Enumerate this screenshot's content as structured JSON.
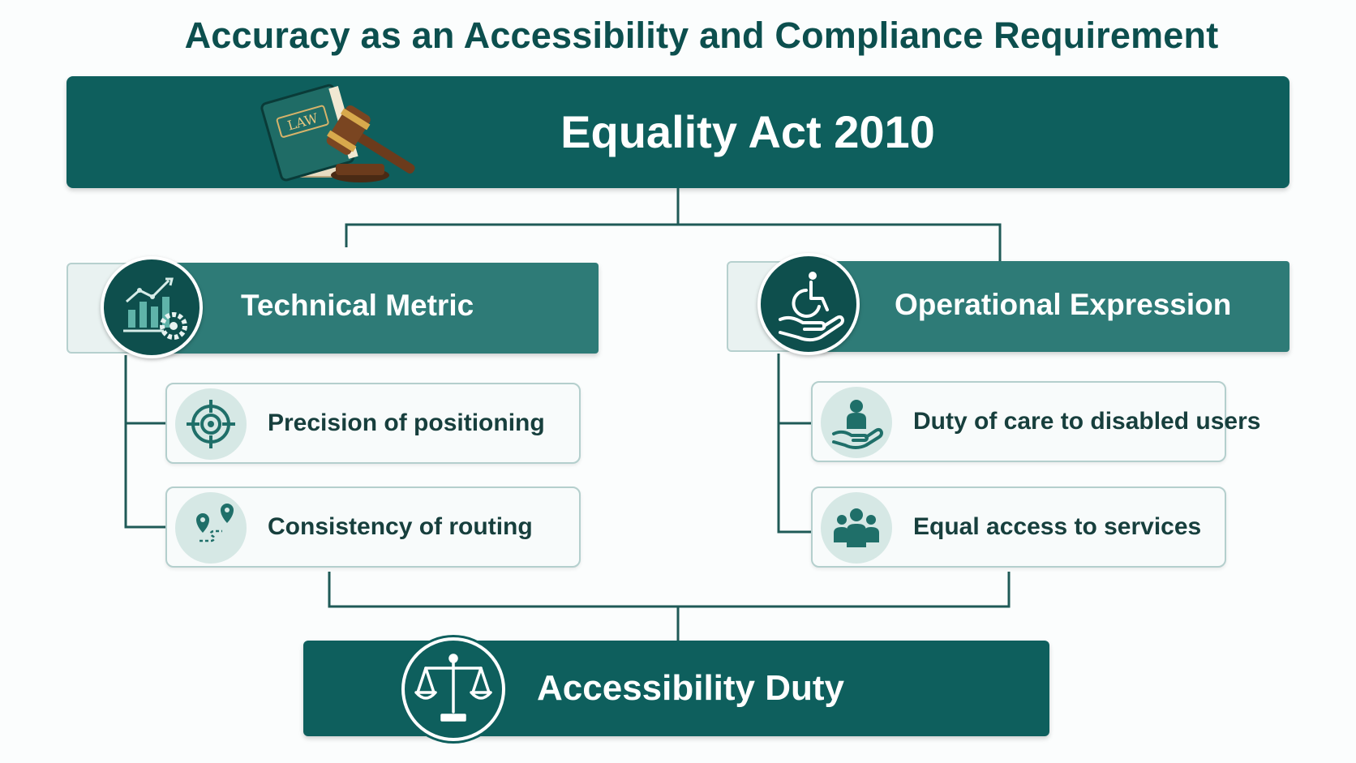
{
  "title": "Accuracy as an Accessibility and Compliance Requirement",
  "root": {
    "label": "Equality Act 2010",
    "illustration_text": "LAW"
  },
  "categories": [
    {
      "label": "Technical Metric",
      "icon": "chart-gear-icon",
      "items": [
        {
          "label": "Precision of positioning",
          "icon": "target-crosshair-icon"
        },
        {
          "label": "Consistency of routing",
          "icon": "route-pins-icon"
        }
      ]
    },
    {
      "label": "Operational Expression",
      "icon": "wheelchair-hand-icon",
      "items": [
        {
          "label": "Duty of care to disabled users",
          "icon": "person-hand-icon"
        },
        {
          "label": "Equal access to services",
          "icon": "people-group-icon"
        }
      ]
    }
  ],
  "outcome": {
    "label": "Accessibility Duty",
    "icon": "scales-icon"
  },
  "colors": {
    "title": "#0c4f4e",
    "banner": "#0e5f5d",
    "category_band": "#2e7b77",
    "card_border": "#b4cfcd",
    "icon_bg": "#d6e8e5",
    "icon_fg": "#1f6f69",
    "connector": "#1f5a57"
  }
}
